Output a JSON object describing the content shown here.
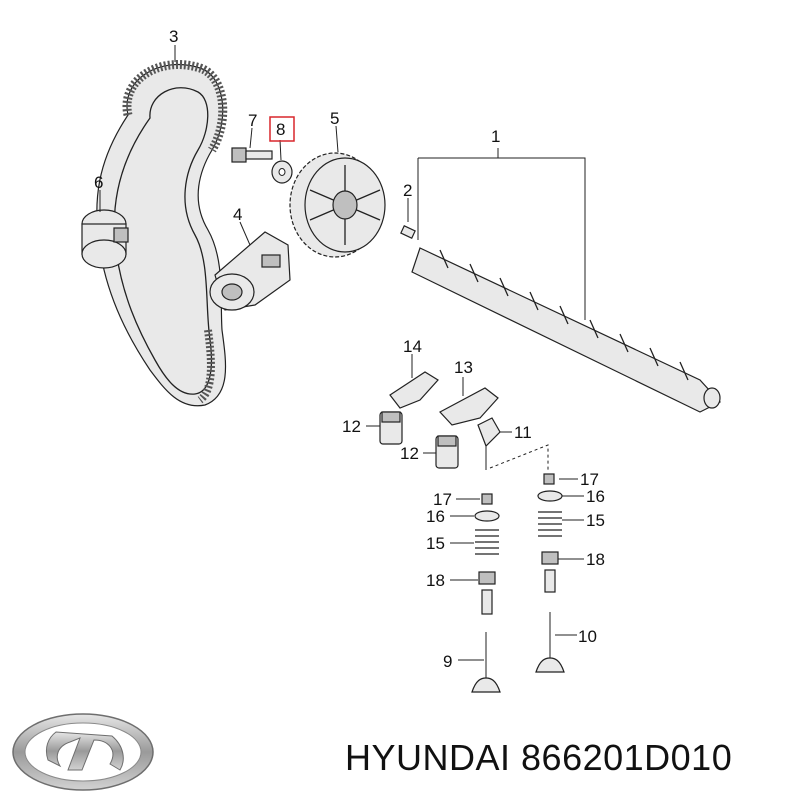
{
  "labels": {
    "p1": "1",
    "p2": "2",
    "p3": "3",
    "p4": "4",
    "p5": "5",
    "p6": "6",
    "p7": "7",
    "p8": "8",
    "p9": "9",
    "p10": "10",
    "p11": "11",
    "p12a": "12",
    "p12b": "12",
    "p13": "13",
    "p14": "14",
    "p15a": "15",
    "p15b": "15",
    "p16a": "16",
    "p16b": "16",
    "p17a": "17",
    "p17b": "17",
    "p18a": "18",
    "p18b": "18"
  },
  "highlight_color": "#d9262c",
  "brand": {
    "text": "HYUNDAI 866201D010"
  }
}
